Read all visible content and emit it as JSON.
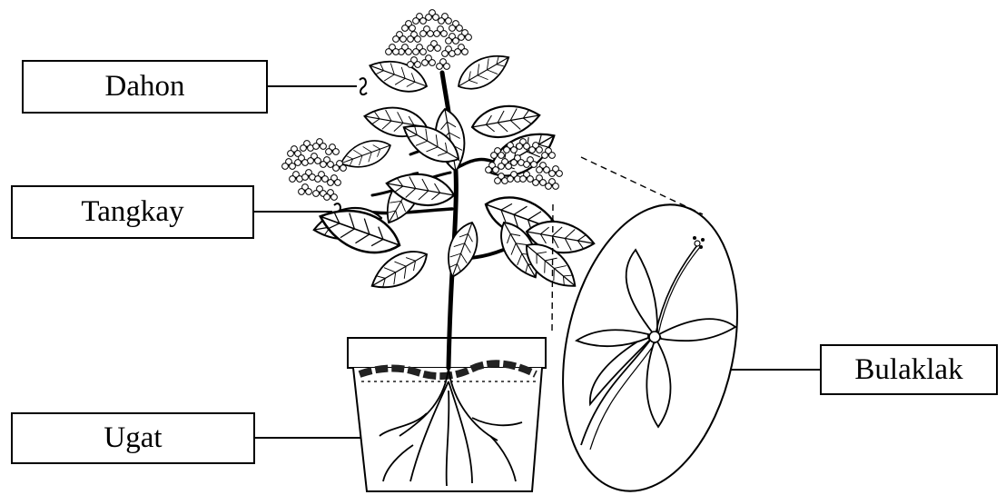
{
  "labels": {
    "leaf": "Dahon",
    "stem": "Tangkay",
    "root": "Ugat",
    "flower": "Bulaklak"
  },
  "colors": {
    "line": "#000000",
    "leaf_fill": "#ffffff",
    "soil": "#222222"
  }
}
